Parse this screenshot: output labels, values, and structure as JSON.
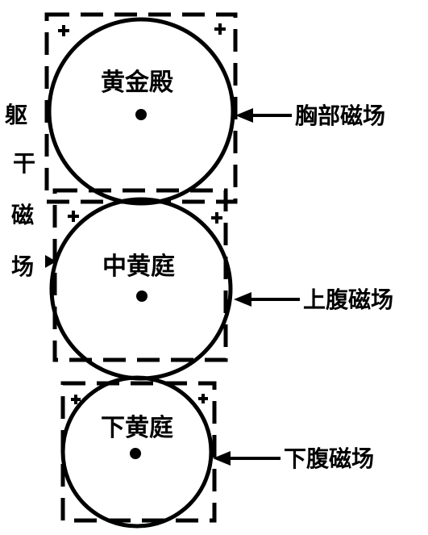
{
  "circles": [
    {
      "label": "黄金殿"
    },
    {
      "label": "中黄庭"
    },
    {
      "label": "下黄庭"
    }
  ],
  "field_labels": [
    {
      "label": "胸部磁场"
    },
    {
      "label": "上腹磁场"
    },
    {
      "label": "下腹磁场"
    }
  ],
  "torso_field": [
    "躯",
    "干",
    "磁",
    "场"
  ]
}
